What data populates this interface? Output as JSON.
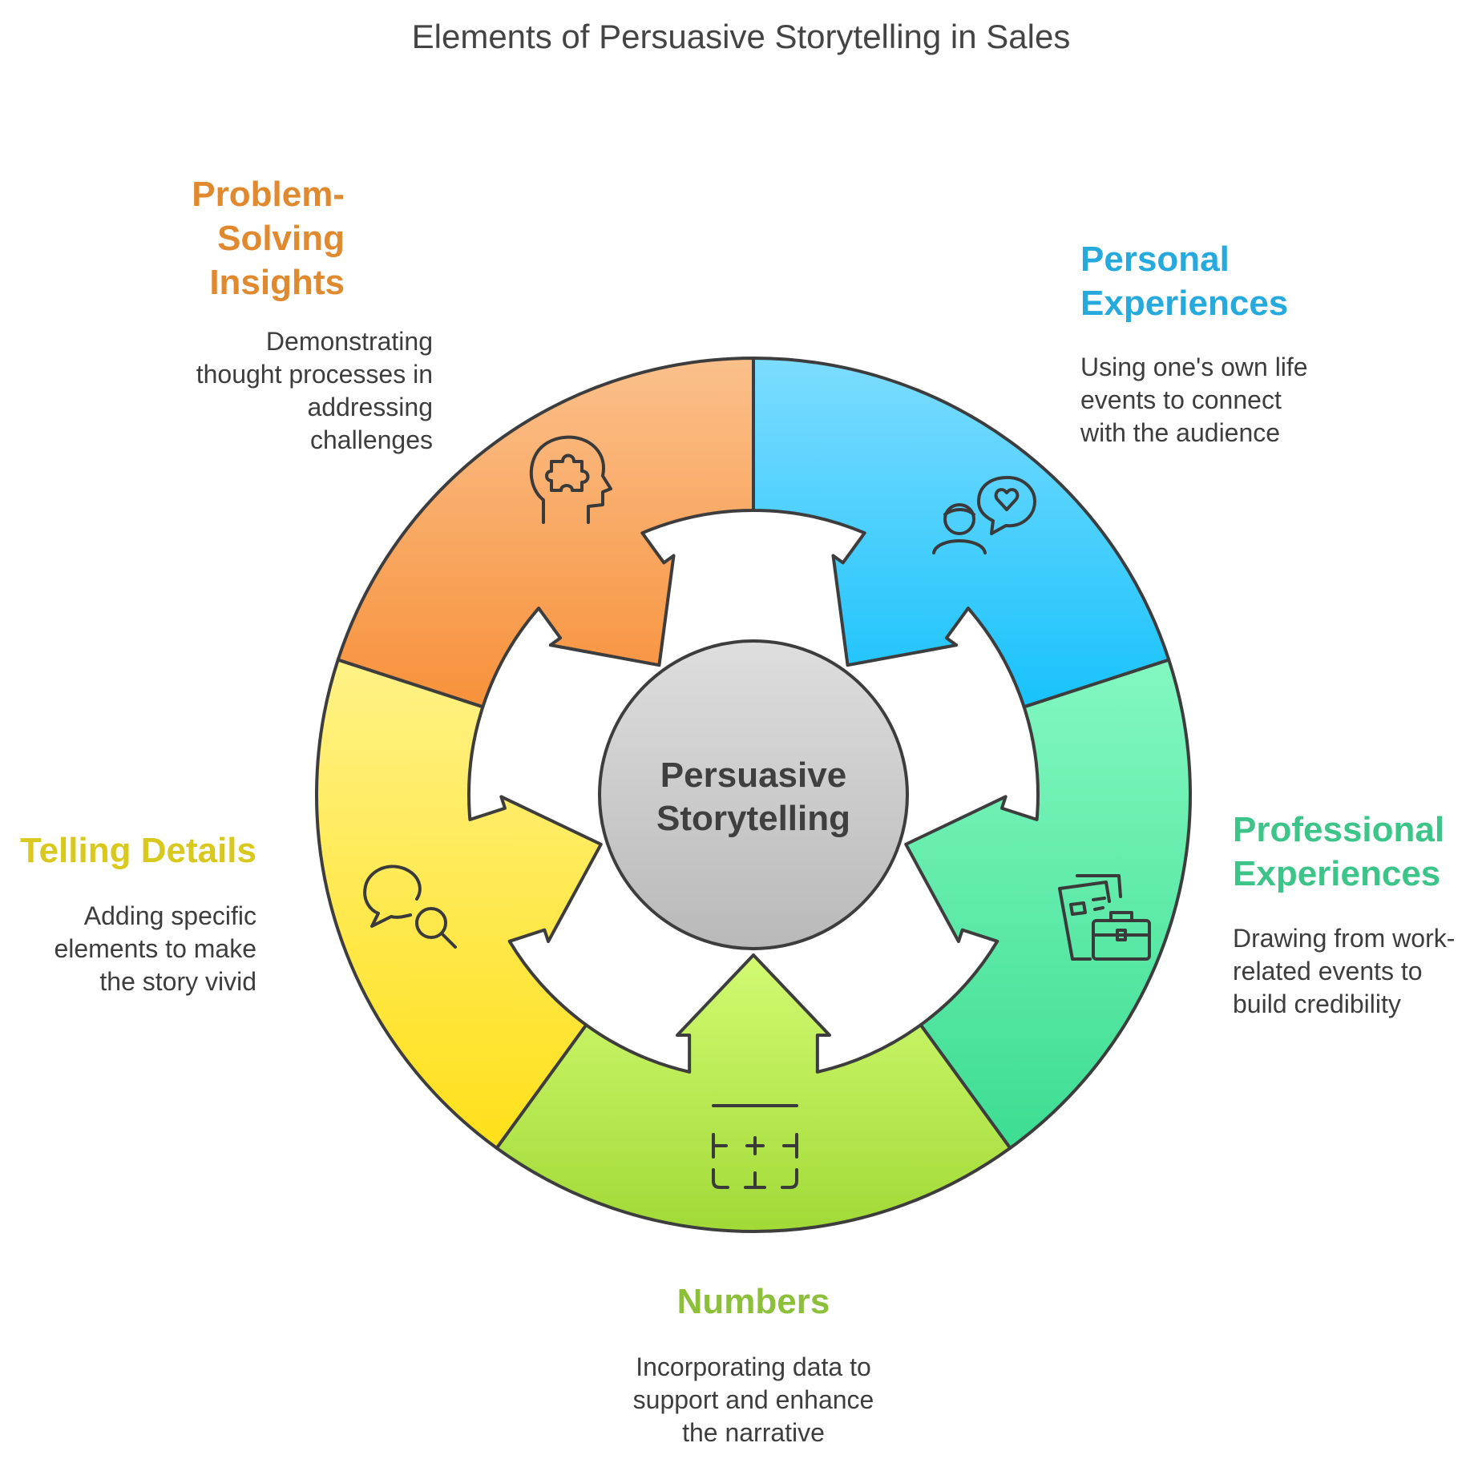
{
  "title": "Elements of Persuasive Storytelling in Sales",
  "center": {
    "line1": "Persuasive",
    "line2": "Storytelling"
  },
  "segments": [
    {
      "id": "problem-solving",
      "title": "Problem-Solving Insights",
      "title_lines": [
        "Problem-",
        "Solving",
        "Insights"
      ],
      "desc_lines": [
        "Demonstrating",
        "thought processes in",
        "addressing",
        "challenges"
      ],
      "color": "#f7953f",
      "icon": "head-puzzle-icon"
    },
    {
      "id": "personal",
      "title": "Personal Experiences",
      "title_lines": [
        "Personal",
        "Experiences"
      ],
      "desc_lines": [
        "Using one's own life",
        "events to connect",
        "with the audience"
      ],
      "color": "#21c4fb",
      "icon": "person-heart-bubble-icon"
    },
    {
      "id": "professional",
      "title": "Professional Experiences",
      "title_lines": [
        "Professional",
        "Experiences"
      ],
      "desc_lines": [
        "Drawing from work-",
        "related events to",
        "build credibility"
      ],
      "color": "#3ed895",
      "icon": "documents-briefcase-icon"
    },
    {
      "id": "numbers",
      "title": "Numbers",
      "title_lines": [
        "Numbers"
      ],
      "desc_lines": [
        "Incorporating data to",
        "support and enhance",
        "the narrative"
      ],
      "color": "#a7dc3b",
      "icon": "calculator-icon"
    },
    {
      "id": "telling-details",
      "title": "Telling Details",
      "title_lines": [
        "Telling Details"
      ],
      "desc_lines": [
        "Adding specific",
        "elements to make",
        "the story vivid"
      ],
      "color": "#ffe121",
      "icon": "chat-search-icon"
    }
  ],
  "colors": {
    "problem_title": "#e0892e",
    "personal_title": "#26a9dc",
    "professional_title": "#3cc489",
    "numbers_title": "#8cbf3a",
    "details_title": "#d9c91e"
  }
}
